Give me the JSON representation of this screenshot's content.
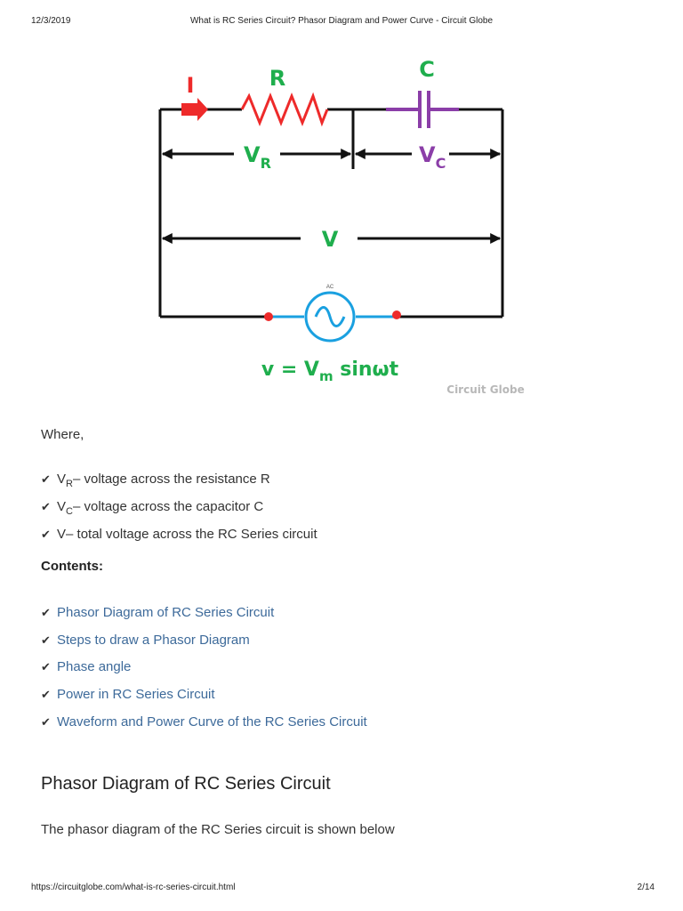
{
  "header": {
    "date": "12/3/2019",
    "title": "What is RC Series Circuit? Phasor Diagram and Power Curve - Circuit Globe"
  },
  "figure": {
    "current_label": "I",
    "resistor_label": "R",
    "capacitor_label": "C",
    "vr_main": "V",
    "vr_sub": "R",
    "vc_main": "V",
    "vc_sub": "C",
    "v_label": "V",
    "ac_label": "AC",
    "equation_left": "v = V",
    "equation_sub": "m",
    "equation_right": " sinωt",
    "watermark": "Circuit Globe",
    "colors": {
      "green": "#1fae4d",
      "purple": "#8b3ea8",
      "red": "#ee2a2a",
      "blue": "#1aa0e0"
    }
  },
  "where_label": "Where,",
  "definitions": [
    {
      "main": "V",
      "sub": "R",
      "text": " – voltage across the resistance R"
    },
    {
      "main": "V",
      "sub": "C",
      "text": " – voltage across the capacitor C"
    },
    {
      "main": "V",
      "sub": "",
      "text": " – total voltage across the RC Series circuit"
    }
  ],
  "contents_heading": "Contents:",
  "contents_links": [
    "Phasor Diagram of RC Series Circuit",
    "Steps to draw a Phasor Diagram",
    "Phase angle",
    "Power in RC Series Circuit",
    "Waveform and Power Curve of the RC Series Circuit"
  ],
  "section_heading": "Phasor Diagram of RC Series Circuit",
  "section_text": "The phasor diagram of the RC Series circuit is shown below",
  "footer": {
    "url": "https://circuitglobe.com/what-is-rc-series-circuit.html",
    "page": "2/14"
  }
}
